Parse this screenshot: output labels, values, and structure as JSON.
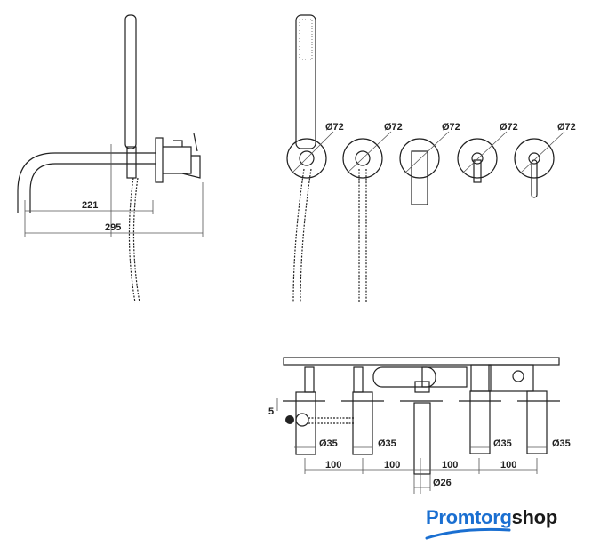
{
  "side_view": {
    "dim_spout": "221",
    "dim_total": "295"
  },
  "front_view": {
    "rosette_labels": [
      "Ø72",
      "Ø72",
      "Ø72",
      "Ø72",
      "Ø72"
    ]
  },
  "bottom_view": {
    "flange_offset": "5",
    "body_diameters": [
      "Ø35",
      "Ø35",
      "Ø35",
      "Ø35"
    ],
    "spacings": [
      "100",
      "100",
      "100",
      "100"
    ],
    "spout_diameter": "Ø26"
  },
  "logo": {
    "part1": "Promtorg",
    "part2": "shop",
    "color": "#1a6fd1"
  }
}
